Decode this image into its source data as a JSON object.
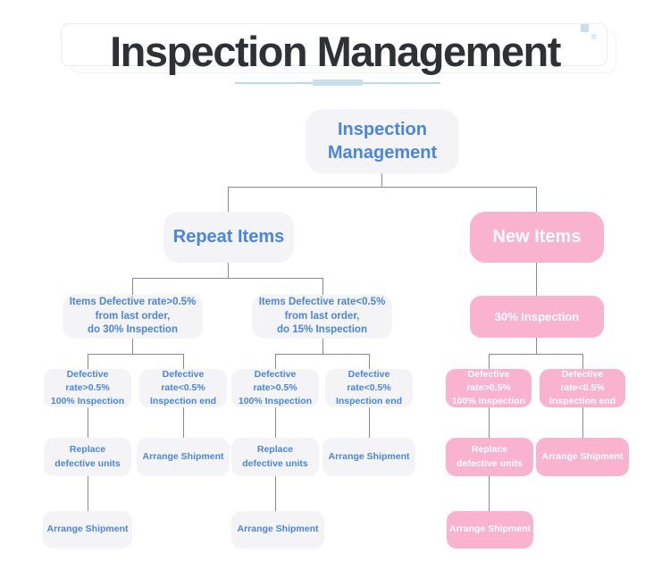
{
  "header": {
    "title": "Inspection Management",
    "decor": {
      "squares_icon": "blue-squares-icon",
      "square_large_color": "#c7e0ef",
      "square_small_color": "#d9ecf7",
      "underline_color": "#bcd8e7",
      "underline_accent_color": "#c9e0ec"
    }
  },
  "colors": {
    "accent_blue_text": "#4a85e0",
    "node_gray": "#f4f4f6",
    "node_pink": "#f9b3cf",
    "connector_gray": "#8a8a8a",
    "title_dark": "#2e3135"
  },
  "nodes": {
    "root": {
      "label": "Inspection\nManagement"
    },
    "repeat_items": {
      "label": "Repeat Items"
    },
    "new_items": {
      "label": "New Items"
    },
    "repeat_high": {
      "label": "Items Defective rate>0.5%\nfrom last order,\ndo 30% Inspection"
    },
    "repeat_low": {
      "label": "Items Defective rate<0.5%\nfrom last order,\ndo 15% Inspection"
    },
    "new_inspection": {
      "label": "30% Inspection"
    },
    "check_high": {
      "label": "Defective rate>0.5%\n100% Inspection"
    },
    "check_low": {
      "label": "Defective rate<0.5%\nInspection end"
    },
    "replace": {
      "label": "Replace\ndefective units"
    },
    "arrange": {
      "label": "Arrange Shipment"
    }
  }
}
